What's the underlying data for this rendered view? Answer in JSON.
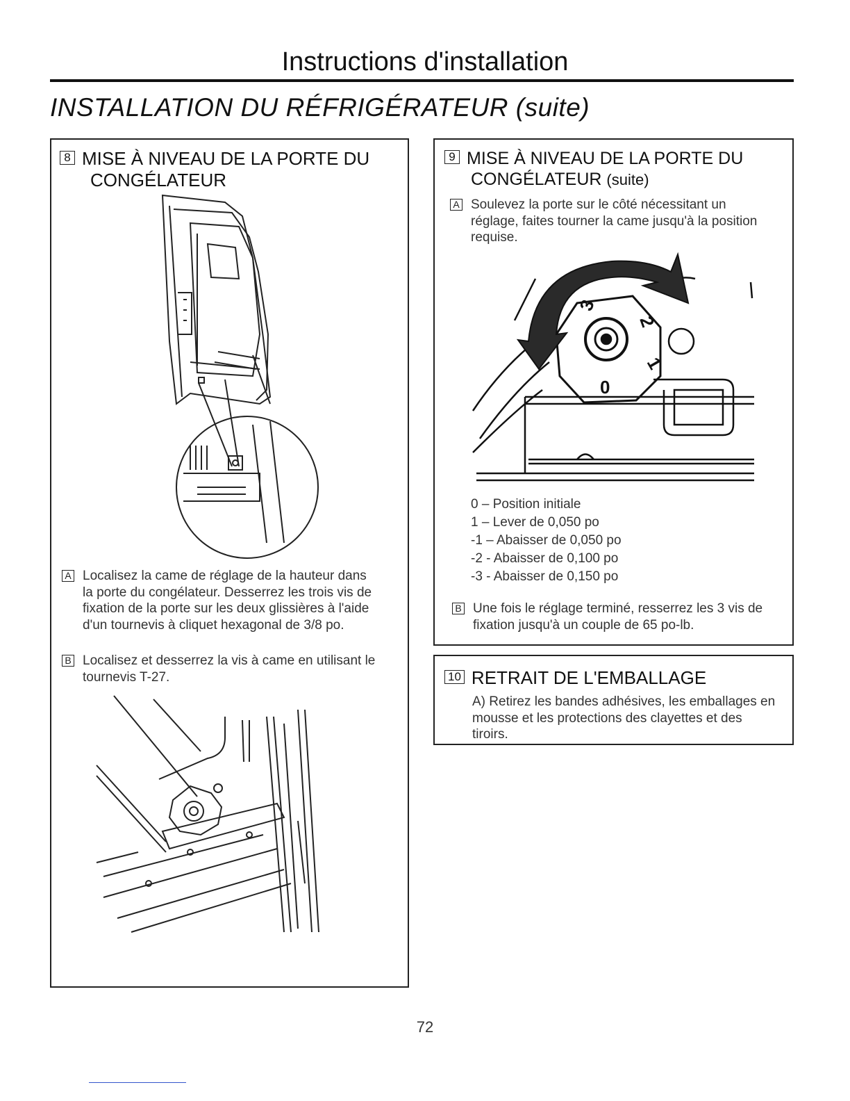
{
  "header": {
    "title": "Instructions d'installation",
    "section_title": "INSTALLATION DU RÉFRIGÉRATEUR (suite)"
  },
  "step8": {
    "number": "8",
    "title_line1": "MISE À NIVEAU DE LA PORTE DU",
    "title_line2": "CONGÉLATEUR",
    "item_a_letter": "A",
    "item_a_text": "Localisez la came de réglage de la hauteur dans la porte du congélateur. Desserrez les trois vis de fixation de la porte sur les deux glissières à l'aide d'un tournevis à cliquet hexagonal de 3/8 po.",
    "item_b_letter": "B",
    "item_b_text": "Localisez et desserrez la vis à came en utilisant le tournevis T-27."
  },
  "step9": {
    "number": "9",
    "title_line1": "MISE À NIVEAU DE LA PORTE DU",
    "title_line2": "CONGÉLATEUR",
    "title_suffix": "(suite)",
    "item_a_letter": "A",
    "item_a_text": "Soulevez la porte sur le côté nécessitant un réglage, faites tourner la came jusqu'à la position requise.",
    "cam_labels": [
      "3",
      "2",
      "1",
      "0"
    ],
    "positions": [
      "0 – Position initiale",
      "1 – Lever de 0,050 po",
      "-1 – Abaisser de 0,050 po",
      "-2 - Abaisser de 0,100 po",
      "-3 - Abaisser de 0,150 po"
    ],
    "item_b_letter": "B",
    "item_b_text": "Une fois le réglage terminé, resserrez les 3 vis de fixation jusqu'à un couple de 65 po-lb."
  },
  "step10": {
    "number": "10",
    "title": "RETRAIT DE L'EMBALLAGE",
    "item_a": "A) Retirez les bandes adhésives, les emballages en mousse et les protections des clayettes et des tiroirs."
  },
  "page_number": "72"
}
